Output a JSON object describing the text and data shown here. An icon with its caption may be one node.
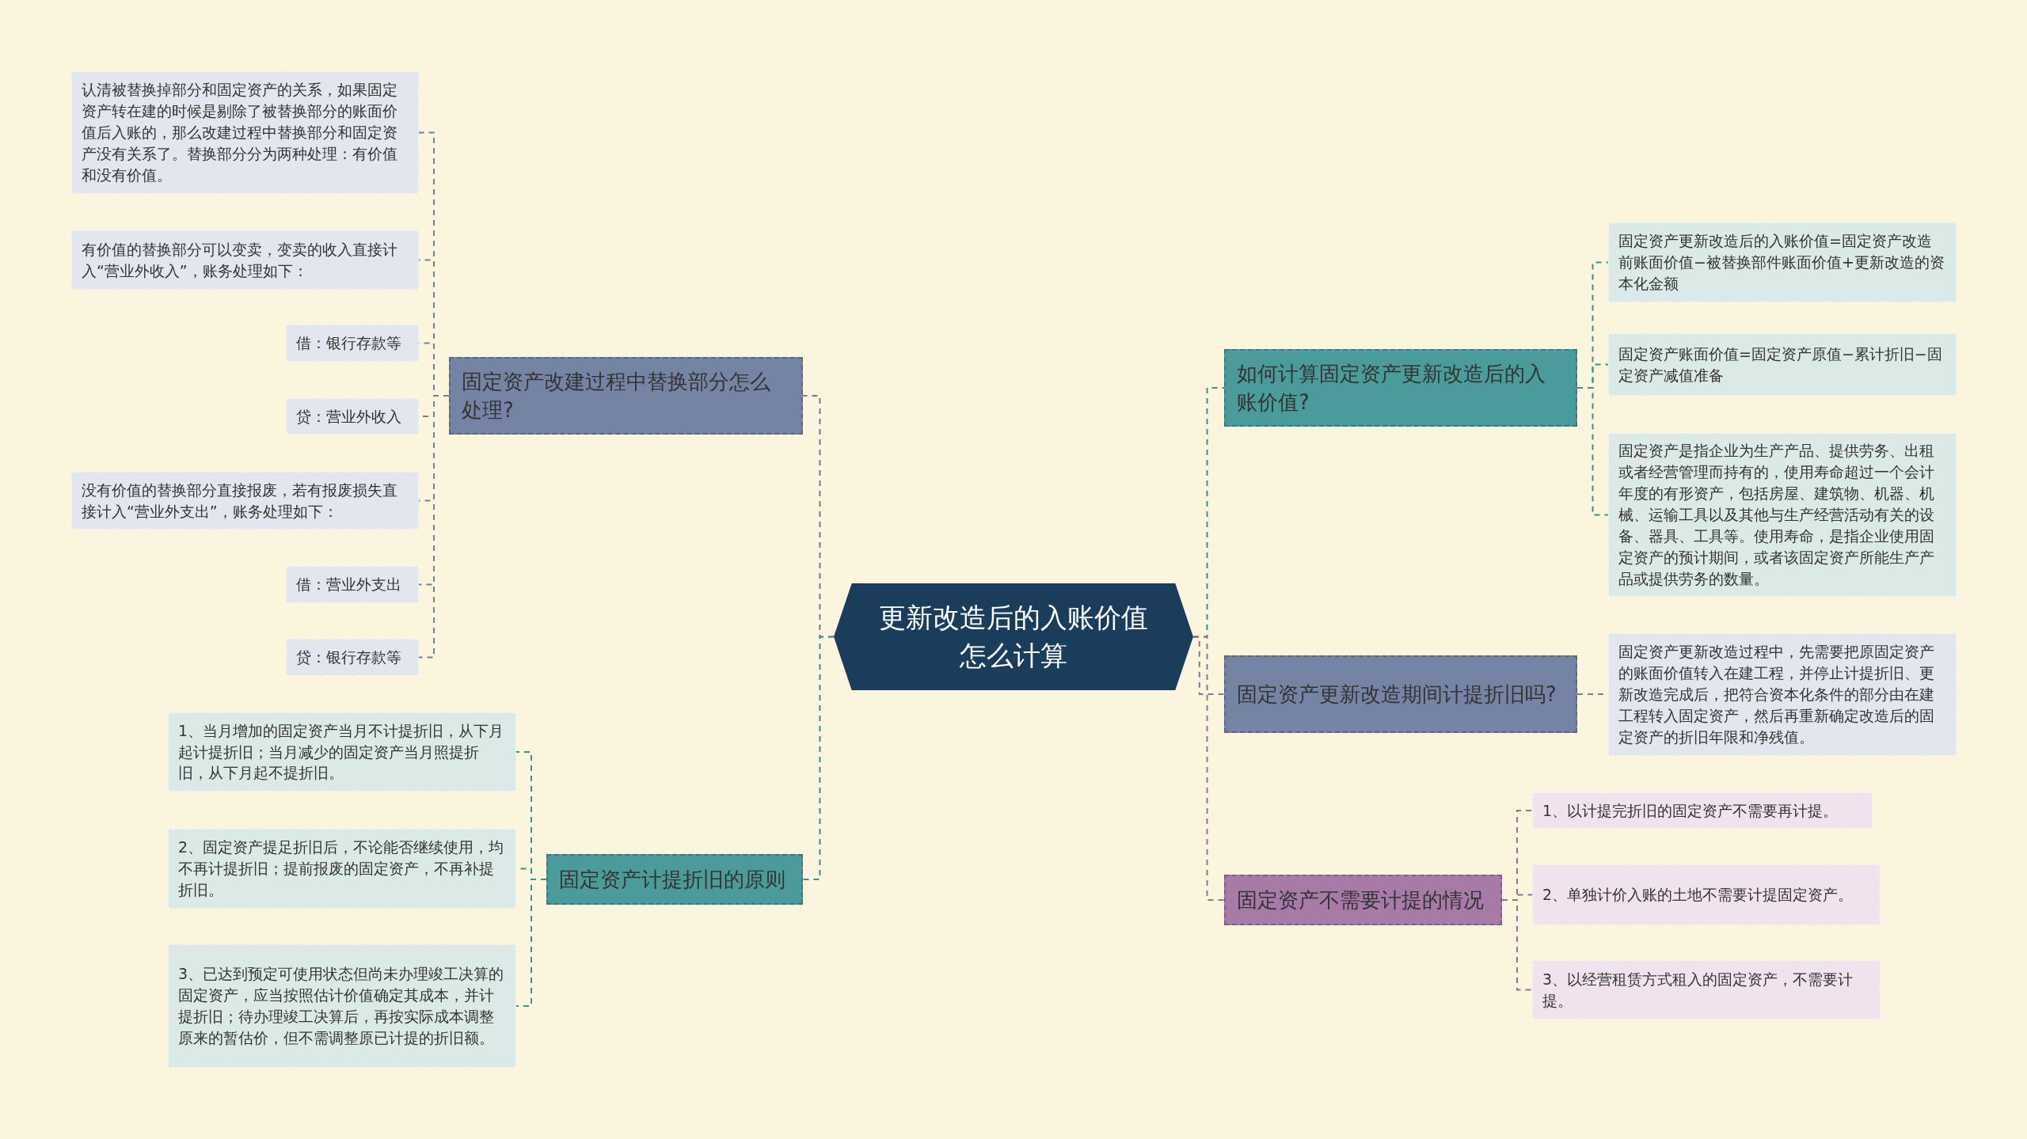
{
  "diagram": {
    "nodes": [
      {
        "text": [
          "更新改造后的入账价值怎么计算"
        ]
      },
      {
        "text": [
          "固定资产改建过程中替换部分怎么处理?"
        ]
      },
      {
        "text": [
          "认清被替换掉部分和固定资产的关系，如果固定资产转在建的时候是剔除了被替换部分的账面价值后入账的，那么改建过程中替换部分和固定资产没有关系了。替换部分分为两种处理：有价值和没有价值。"
        ]
      },
      {
        "text": [
          "有价值的替换部分可以变卖，变卖的收入直接计入“营业外收入”，账务处理如下："
        ]
      },
      {
        "text": [
          "借：银行存款等"
        ]
      },
      {
        "text": [
          "贷：营业外收入"
        ]
      },
      {
        "text": [
          "没有价值的替换部分直接报废，若有报废损失直接计入“营业外支出”，账务处理如下："
        ]
      },
      {
        "text": [
          "借：营业外支出"
        ]
      },
      {
        "text": [
          "贷：银行存款等"
        ]
      },
      {
        "text": [
          "固定资产计提折旧的原则"
        ]
      },
      {
        "text": [
          "1、当月增加的固定资产当月不计提折旧，从下月起计提折旧；当月减少的固定资产当月照提折旧，从下月起不提折旧。"
        ]
      },
      {
        "text": [
          "2、固定资产提足折旧后，不论能否继续使用，均不再计提折旧；提前报废的固定资产，不再补提折旧。"
        ]
      },
      {
        "text": [
          "3、已达到预定可使用状态但尚未办理竣工决算的固定资产，应当按照估计价值确定其成本，并计提折旧；待办理竣工决算后，再按实际成本调整原来的暂估价，但不需调整原已计提的折旧额。"
        ]
      },
      {
        "text": [
          "如何计算固定资产更新改造后的入账价值?"
        ]
      },
      {
        "text": [
          "固定资产更新改造后的入账价值=固定资产改造前账面价值−被替换部件账面价值+更新改造的资本化金额"
        ]
      },
      {
        "text": [
          "固定资产账面价值=固定资产原值−累计折旧−固定资产减值准备"
        ]
      },
      {
        "text": [
          "固定资产是指企业为生产产品、提供劳务、出租或者经营管理而持有的，使用寿命超过一个会计年度的有形资产，包括房屋、建筑物、机器、机械、运输工具以及其他与生产经营活动有关的设备、器具、工具等。使用寿命，是指企业使用固定资产的预计期间，或者该固定资产所能生产产品或提供劳务的数量。"
        ]
      },
      {
        "text": [
          "固定资产更新改造期间计提折旧吗?"
        ]
      },
      {
        "text": [
          "固定资产更新改造过程中，先需要把原固定资产的账面价值转入在建工程，并停止计提折旧、更新改造完成后，把符合资本化条件的部分由在建工程转入固定资产，然后再重新确定改造后的固定资产的折旧年限和净残值。"
        ]
      },
      {
        "text": [
          "固定资产不需要计提的情况"
        ]
      },
      {
        "text": [
          "1、以计提完折旧的固定资产不需要再计提。"
        ]
      },
      {
        "text": [
          "2、单独计价入账的土地不需要计提固定资产。"
        ]
      },
      {
        "text": [
          "3、以经营租赁方式租入的固定资产，不需要计提。"
        ]
      }
    ],
    "edges": [
      {
        "from": 0,
        "to": 1,
        "arrow": "none",
        "color": "#6f7fa0"
      },
      {
        "from": 1,
        "to": 2,
        "arrow": "none",
        "color": "#6f7fa0"
      },
      {
        "from": 1,
        "to": 3,
        "arrow": "none",
        "color": "#6f7fa0"
      },
      {
        "from": 1,
        "to": 4,
        "arrow": "none",
        "color": "#6f7fa0"
      },
      {
        "from": 1,
        "to": 5,
        "arrow": "none",
        "color": "#6f7fa0"
      },
      {
        "from": 1,
        "to": 6,
        "arrow": "none",
        "color": "#6f7fa0"
      },
      {
        "from": 1,
        "to": 7,
        "arrow": "none",
        "color": "#6f7fa0"
      },
      {
        "from": 1,
        "to": 8,
        "arrow": "none",
        "color": "#6f7fa0"
      },
      {
        "from": 0,
        "to": 9,
        "arrow": "none",
        "color": "#3f8f8f"
      },
      {
        "from": 9,
        "to": 10,
        "arrow": "none",
        "color": "#3f8f8f"
      },
      {
        "from": 9,
        "to": 11,
        "arrow": "none",
        "color": "#3f8f8f"
      },
      {
        "from": 9,
        "to": 12,
        "arrow": "none",
        "color": "#3f8f8f"
      },
      {
        "from": 0,
        "to": 13,
        "arrow": "none",
        "color": "#3f8f8f"
      },
      {
        "from": 13,
        "to": 14,
        "arrow": "none",
        "color": "#3f8f8f"
      },
      {
        "from": 13,
        "to": 15,
        "arrow": "none",
        "color": "#3f8f8f"
      },
      {
        "from": 13,
        "to": 16,
        "arrow": "none",
        "color": "#3f8f8f"
      },
      {
        "from": 0,
        "to": 17,
        "arrow": "none",
        "color": "#6f7fa0"
      },
      {
        "from": 17,
        "to": 18,
        "arrow": "none",
        "color": "#6f7fa0"
      },
      {
        "from": 0,
        "to": 19,
        "arrow": "none",
        "color": "#9a6f9a"
      },
      {
        "from": 19,
        "to": 20,
        "arrow": "none",
        "color": "#9a6f9a"
      },
      {
        "from": 19,
        "to": 21,
        "arrow": "none",
        "color": "#9a6f9a"
      },
      {
        "from": 19,
        "to": 22,
        "arrow": "none",
        "color": "#9a6f9a"
      }
    ]
  }
}
